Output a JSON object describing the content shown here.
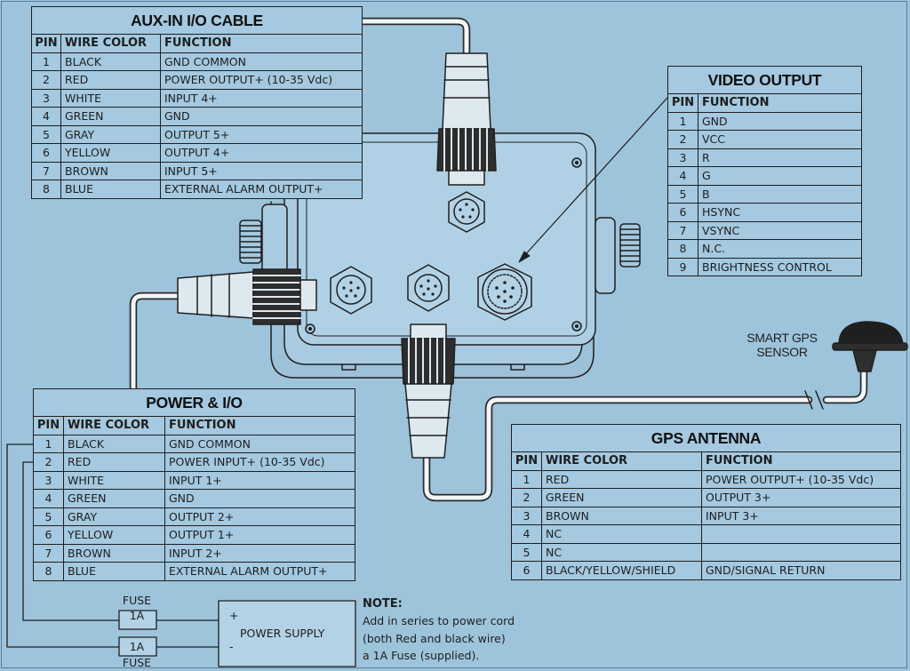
{
  "aux_cable": {
    "title": "AUX-IN I/O CABLE",
    "headers": [
      "PIN",
      "WIRE COLOR",
      "FUNCTION"
    ],
    "rows": [
      [
        "1",
        "BLACK",
        "GND COMMON"
      ],
      [
        "2",
        "RED",
        "POWER OUTPUT+ (10-35 Vdc)"
      ],
      [
        "3",
        "WHITE",
        "INPUT 4+"
      ],
      [
        "4",
        "GREEN",
        "GND"
      ],
      [
        "5",
        "GRAY",
        "OUTPUT 5+"
      ],
      [
        "6",
        "YELLOW",
        "OUTPUT 4+"
      ],
      [
        "7",
        "BROWN",
        "INPUT 5+"
      ],
      [
        "8",
        "BLUE",
        "EXTERNAL ALARM OUTPUT+"
      ]
    ]
  },
  "video_output": {
    "title": "VIDEO OUTPUT",
    "headers": [
      "PIN",
      "FUNCTION"
    ],
    "rows": [
      [
        "1",
        "GND"
      ],
      [
        "2",
        "VCC"
      ],
      [
        "3",
        "R"
      ],
      [
        "4",
        "G"
      ],
      [
        "5",
        "B"
      ],
      [
        "6",
        "HSYNC"
      ],
      [
        "7",
        "VSYNC"
      ],
      [
        "8",
        "N.C."
      ],
      [
        "9",
        "BRIGHTNESS CONTROL"
      ]
    ]
  },
  "power_io": {
    "title": "POWER & I/O",
    "headers": [
      "PIN",
      "WIRE COLOR",
      "FUNCTION"
    ],
    "rows": [
      [
        "1",
        "BLACK",
        "GND COMMON"
      ],
      [
        "2",
        "RED",
        "POWER INPUT+ (10-35 Vdc)"
      ],
      [
        "3",
        "WHITE",
        "INPUT 1+"
      ],
      [
        "4",
        "GREEN",
        "GND"
      ],
      [
        "5",
        "GRAY",
        "OUTPUT 2+"
      ],
      [
        "6",
        "YELLOW",
        "OUTPUT 1+"
      ],
      [
        "7",
        "BROWN",
        "INPUT 2+"
      ],
      [
        "8",
        "BLUE",
        "EXTERNAL ALARM OUTPUT+"
      ]
    ]
  },
  "gps_antenna": {
    "title": "GPS ANTENNA",
    "headers": [
      "PIN",
      "WIRE COLOR",
      "FUNCTION"
    ],
    "rows": [
      [
        "1",
        "RED",
        "POWER OUTPUT+ (10-35 Vdc)"
      ],
      [
        "2",
        "GREEN",
        "OUTPUT 3+"
      ],
      [
        "3",
        "BROWN",
        "INPUT 3+"
      ],
      [
        "4",
        "NC",
        ""
      ],
      [
        "5",
        "NC",
        ""
      ],
      [
        "6",
        "BLACK/YELLOW/SHIELD",
        "GND/SIGNAL RETURN"
      ]
    ]
  },
  "gps_sensor": {
    "line1": "SMART GPS",
    "line2": "SENSOR"
  },
  "fuse": {
    "label": "FUSE",
    "value": "1A"
  },
  "power_supply": {
    "label": "POWER SUPPLY",
    "plus": "+",
    "minus": "-"
  },
  "note": {
    "title": "NOTE:",
    "lines": [
      "Add in series to power cord",
      "(both Red and black wire)",
      "a 1A Fuse (supplied)."
    ]
  },
  "colors": {
    "background": "#9ec4dc",
    "table_fill": "#a4c9e0",
    "line": "#1f1f1f",
    "cable": "#f2f6f9"
  }
}
